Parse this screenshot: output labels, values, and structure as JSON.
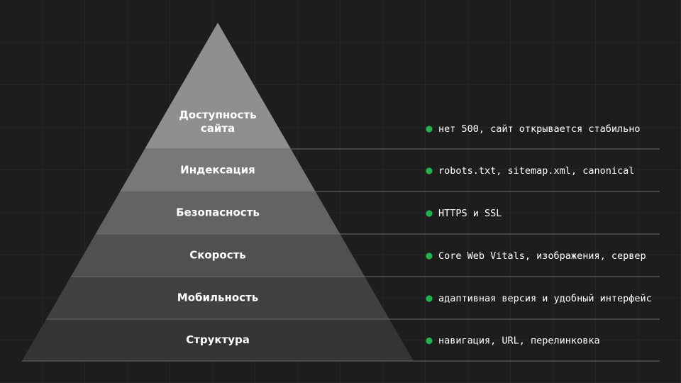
{
  "pyramid": {
    "levels": [
      {
        "label_lines": [
          "Доступность",
          "сайта"
        ],
        "description": "нет 500, сайт открывается стабильно",
        "color": "#8f8f8f"
      },
      {
        "label_lines": [
          "Индексация"
        ],
        "description": "robots.txt, sitemap.xml, canonical",
        "color": "#787878"
      },
      {
        "label_lines": [
          "Безопасность"
        ],
        "description": "HTTPS и SSL",
        "color": "#636363"
      },
      {
        "label_lines": [
          "Скорость"
        ],
        "description": "Core Web Vitals, изображения, сервер",
        "color": "#505050"
      },
      {
        "label_lines": [
          "Мобильность"
        ],
        "description": "адаптивная версия и удобный интерфейс",
        "color": "#414141"
      },
      {
        "label_lines": [
          "Структура"
        ],
        "description": "навигация, URL, перелинковка",
        "color": "#343434"
      }
    ],
    "bullet_color": "#22b14c",
    "divider_color": "#6a6a6a"
  }
}
